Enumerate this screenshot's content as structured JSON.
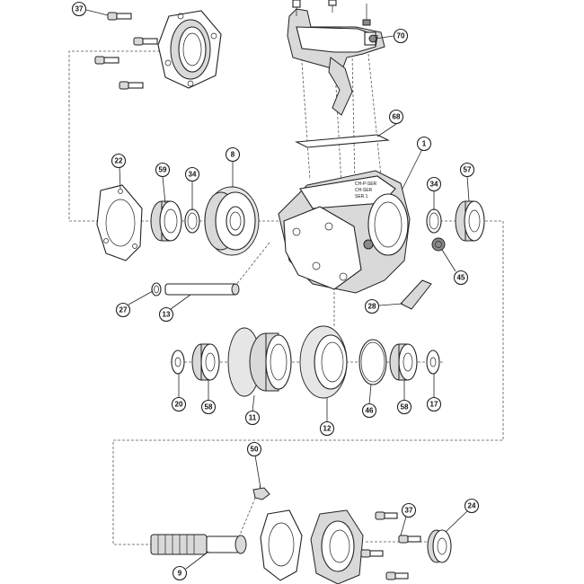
{
  "diagram": {
    "callouts": [
      "37",
      "70",
      "68",
      "1",
      "22",
      "59",
      "34",
      "8",
      "34",
      "57",
      "45",
      "13",
      "27",
      "28",
      "20",
      "58",
      "11",
      "12",
      "46",
      "58",
      "17",
      "50",
      "37",
      "24",
      "9"
    ],
    "housing_marking": [
      "CH-P-SER",
      "CH-SER",
      "SER 1"
    ]
  }
}
